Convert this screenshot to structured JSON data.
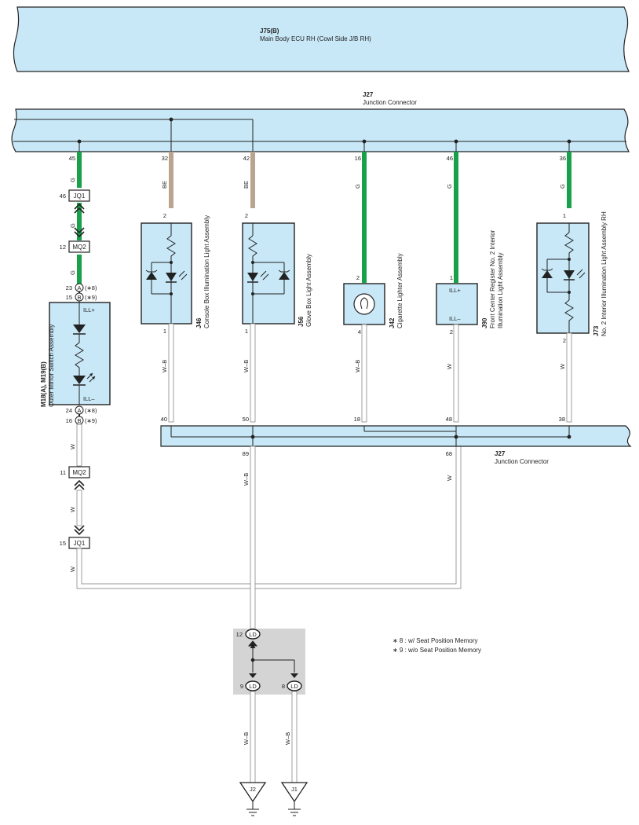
{
  "ecu": {
    "code": "J75(B)",
    "name": "Main Body ECU RH (Cowl Side J/B RH)"
  },
  "jc_top": {
    "code": "J27",
    "name": "Junction Connector"
  },
  "jc_bottom": {
    "code": "J27",
    "name": "Junction Connector"
  },
  "colors": {
    "wire_g": "#19a04b",
    "wire_be": "#b9a58f",
    "wire_w": "#ffffff",
    "conn_fill": "#c8e8f7",
    "splice_fill": "#d4d4d4"
  },
  "pins_top": [
    "45",
    "32",
    "42",
    "16",
    "46",
    "36"
  ],
  "pins_bottom": [
    "40",
    "50",
    "18",
    "48",
    "38"
  ],
  "pins_under": [
    "89",
    "68"
  ],
  "wire_colors": {
    "g": "G",
    "be": "BE",
    "w": "W",
    "wb": "W–B"
  },
  "mirror": {
    "code": "M18(A), M19(B)",
    "name": "Outer Mirror Switch Assembly",
    "ill_plus": "ILL+",
    "ill_minus": "ILL–",
    "pin_top_a": "23",
    "pin_top_b": "15",
    "pin_bot_a": "24",
    "pin_bot_b": "16",
    "letter_a": "A",
    "letter_b": "B",
    "note_a": "(∗8)",
    "note_b": "(∗9)"
  },
  "inline_connectors": [
    {
      "label": "JQ1",
      "pin": "46"
    },
    {
      "label": "MQ2",
      "pin": "12"
    },
    {
      "label": "MQ2",
      "pin": "11"
    },
    {
      "label": "JQ1",
      "pin": "15"
    }
  ],
  "components": [
    {
      "code": "J46",
      "name": "Console Box Illumination Light Assembly",
      "pin_in": "2",
      "pin_out": "1"
    },
    {
      "code": "J56",
      "name": "Glove Box Light Assembly",
      "pin_in": "2",
      "pin_out": "1"
    },
    {
      "code": "J42",
      "name": "Cigarette Lighter Assembly",
      "pin_in": "2",
      "pin_out": "4"
    },
    {
      "code": "J90",
      "name1": "Front Center Register No. 2 Interior",
      "name2": "Illumination Light Assembly",
      "pin_in": "1",
      "pin_out": "2",
      "ill_plus": "ILL+",
      "ill_minus": "ILL–"
    },
    {
      "code": "J73",
      "name": "No. 2 Interior Illumination Light Assembly RH",
      "pin_in": "1",
      "pin_out": "2"
    }
  ],
  "splice": {
    "label": "LD",
    "pin_in": "12",
    "pin_a": "9",
    "pin_b": "8"
  },
  "grounds": [
    "J2",
    "J1"
  ],
  "notes": [
    "∗ 8 : w/ Seat Position Memory",
    "∗ 9 : w/o Seat Position Memory"
  ]
}
